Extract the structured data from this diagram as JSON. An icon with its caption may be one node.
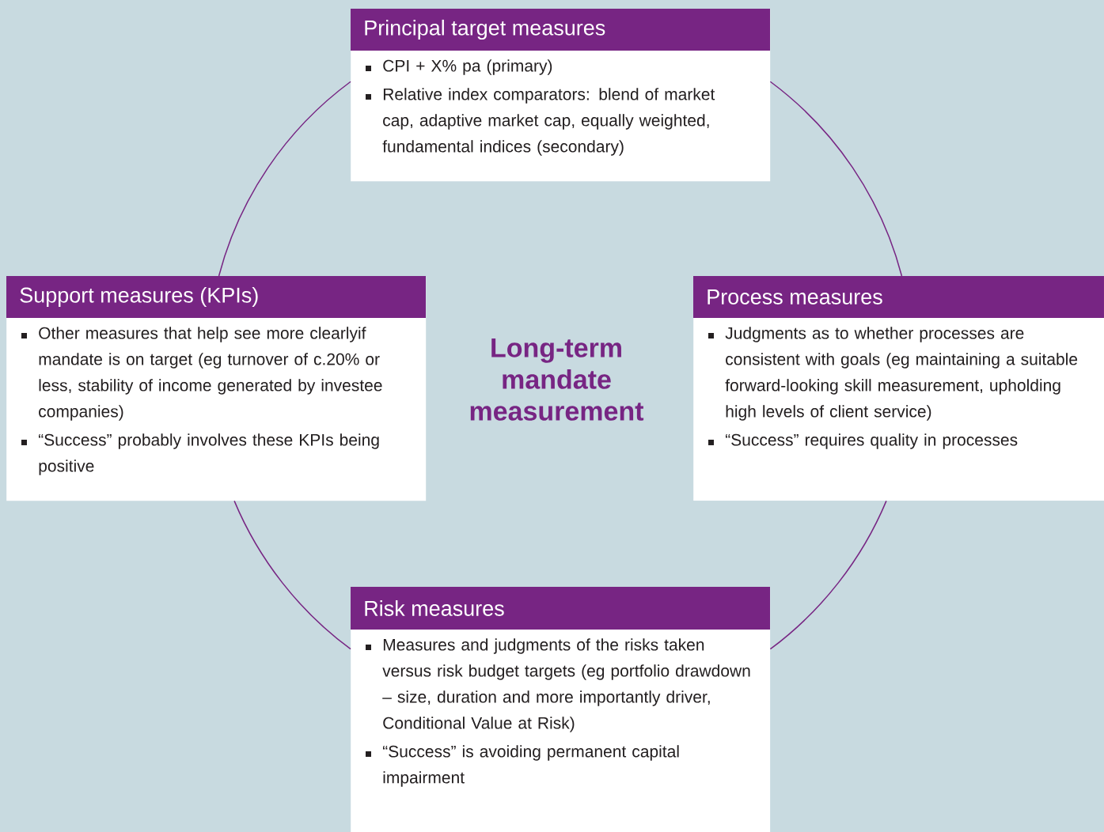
{
  "diagram": {
    "nodes": [
      {
        "text": [
          "Principal target measures",
          "CPI + X% pa (primary)",
          "Relative index comparators: blend of market cap, adaptive market cap, equally weighted, fundamental indices (secondary)"
        ]
      },
      {
        "text": [
          "Support measures (KPIs)",
          "Other measures that help see more clearlyif mandate is on target (eg turnover of c.20% or less, stability of income generated by investee companies)",
          "“Success” probably involves these KPIs being positive"
        ]
      },
      {
        "text": [
          "Process measures",
          "Judgments as to whether processes are consistent with goals (eg maintaining a suitable forward-looking skill measurement, upholding high levels of client service)",
          "“Success” requires quality in processes"
        ]
      },
      {
        "text": [
          "Risk measures",
          "Measures and judgments of the risks taken versus risk budget targets (eg portfolio drawdown – size, duration and more importantly driver, Conditional Value at Risk)",
          "“Success” is avoiding permanent capital impairment"
        ]
      }
    ],
    "edges": [
      {
        "from": 0,
        "to": 2,
        "arrow": "none"
      },
      {
        "from": 2,
        "to": 3,
        "arrow": "none"
      },
      {
        "from": 3,
        "to": 1,
        "arrow": "none"
      },
      {
        "from": 1,
        "to": 0,
        "arrow": "none"
      }
    ],
    "labels": [
      "Long-term mandate measurement"
    ]
  }
}
